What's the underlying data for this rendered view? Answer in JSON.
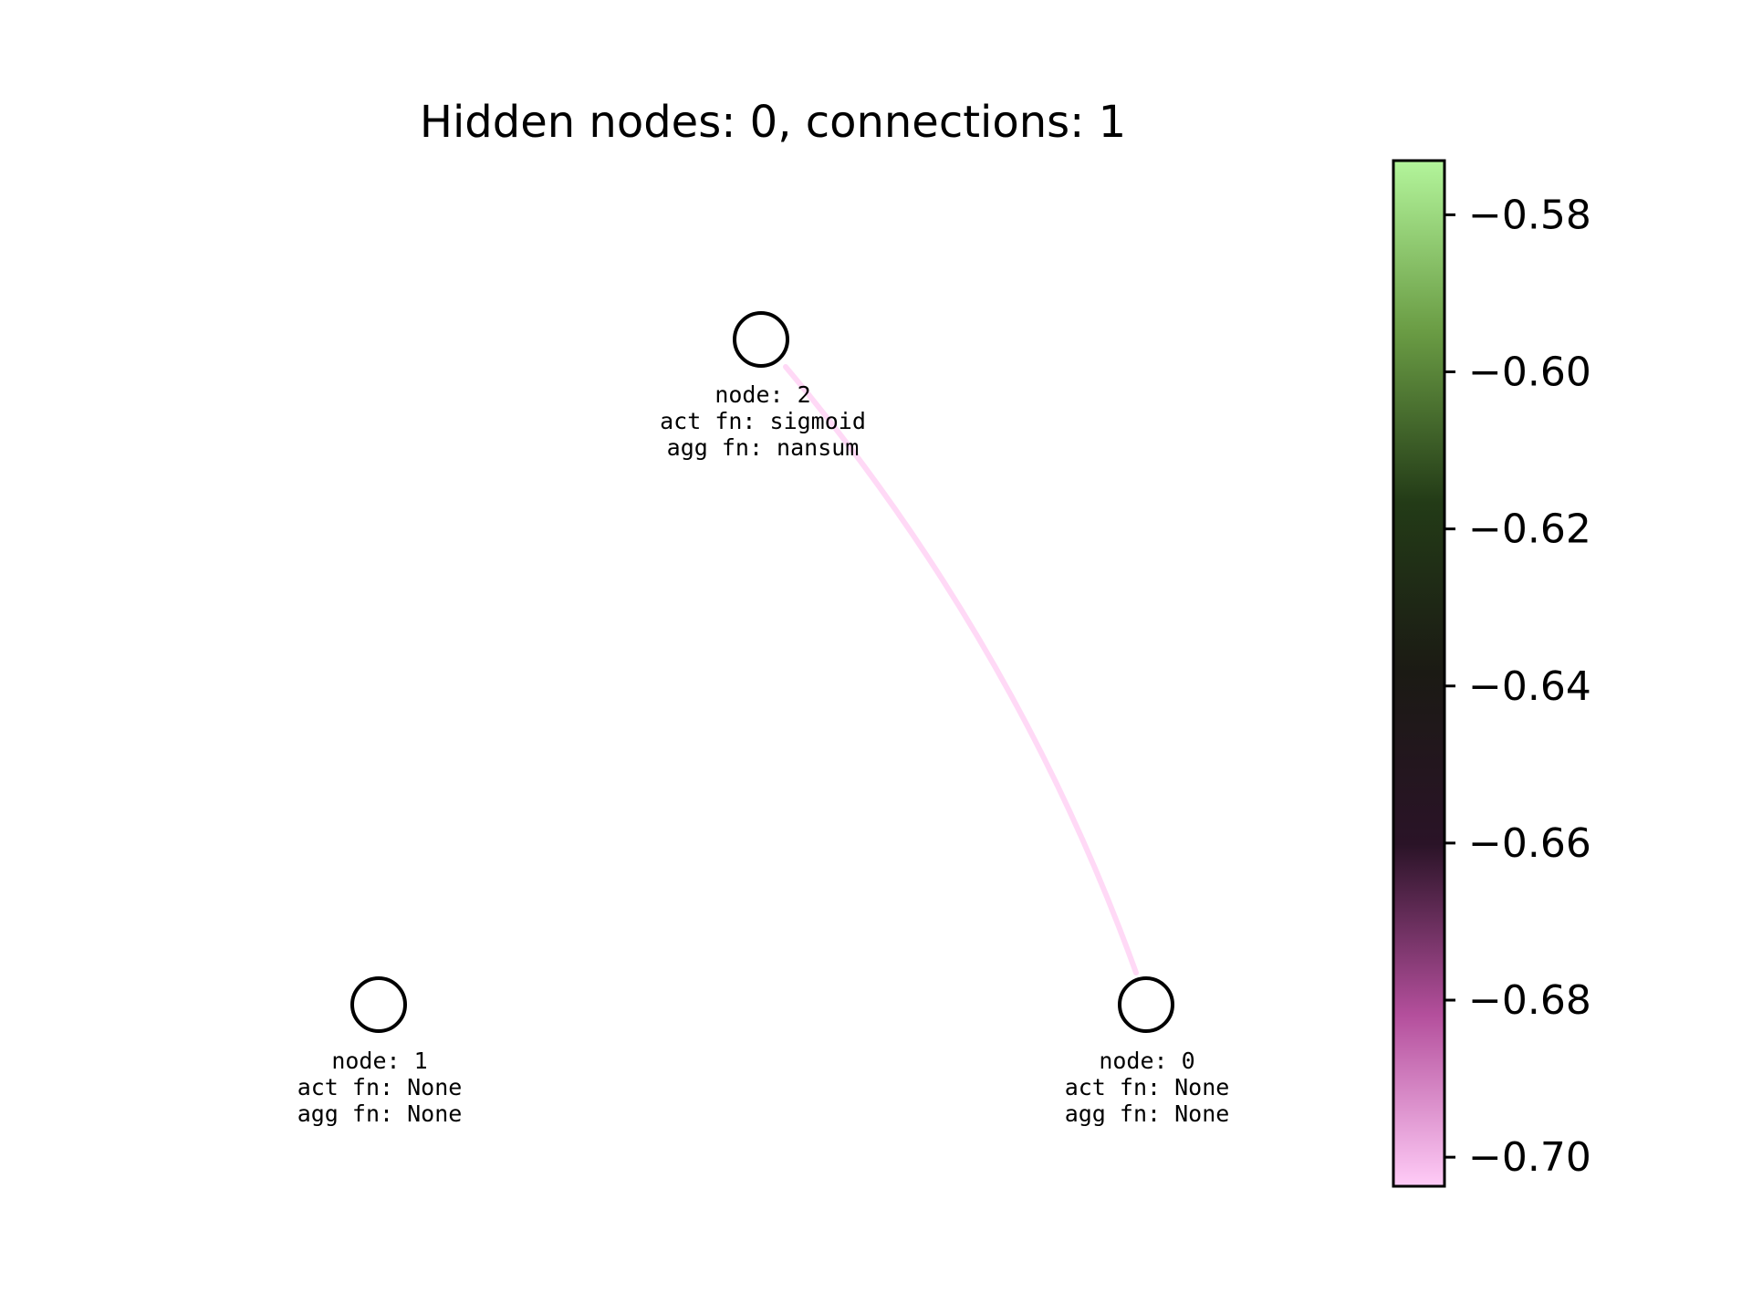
{
  "title": "Hidden nodes: 0, connections: 1",
  "nodes": [
    {
      "id": "2",
      "lines": [
        "node: 2",
        "act fn: sigmoid",
        "agg fn: nansum"
      ]
    },
    {
      "id": "1",
      "lines": [
        "node: 1",
        "act fn: None",
        "agg fn: None"
      ]
    },
    {
      "id": "0",
      "lines": [
        "node: 0",
        "act fn: None",
        "agg fn: None"
      ]
    }
  ],
  "connections": [
    {
      "from": "0",
      "to": "2",
      "weight": -0.7,
      "color": "#ffd9f6"
    }
  ],
  "colorbar": {
    "colors": [
      "#ffccf7",
      "#b44f9c",
      "#2a1327",
      "#1b1a14",
      "#233b17",
      "#6a9c44",
      "#b3f59b"
    ],
    "ticks": [
      "−0.58",
      "−0.60",
      "−0.62",
      "−0.64",
      "−0.66",
      "−0.68",
      "−0.70"
    ],
    "tick_values": [
      -0.58,
      -0.6,
      -0.62,
      -0.64,
      -0.66,
      -0.68,
      -0.7
    ],
    "range": [
      -0.7037,
      -0.5731
    ]
  }
}
